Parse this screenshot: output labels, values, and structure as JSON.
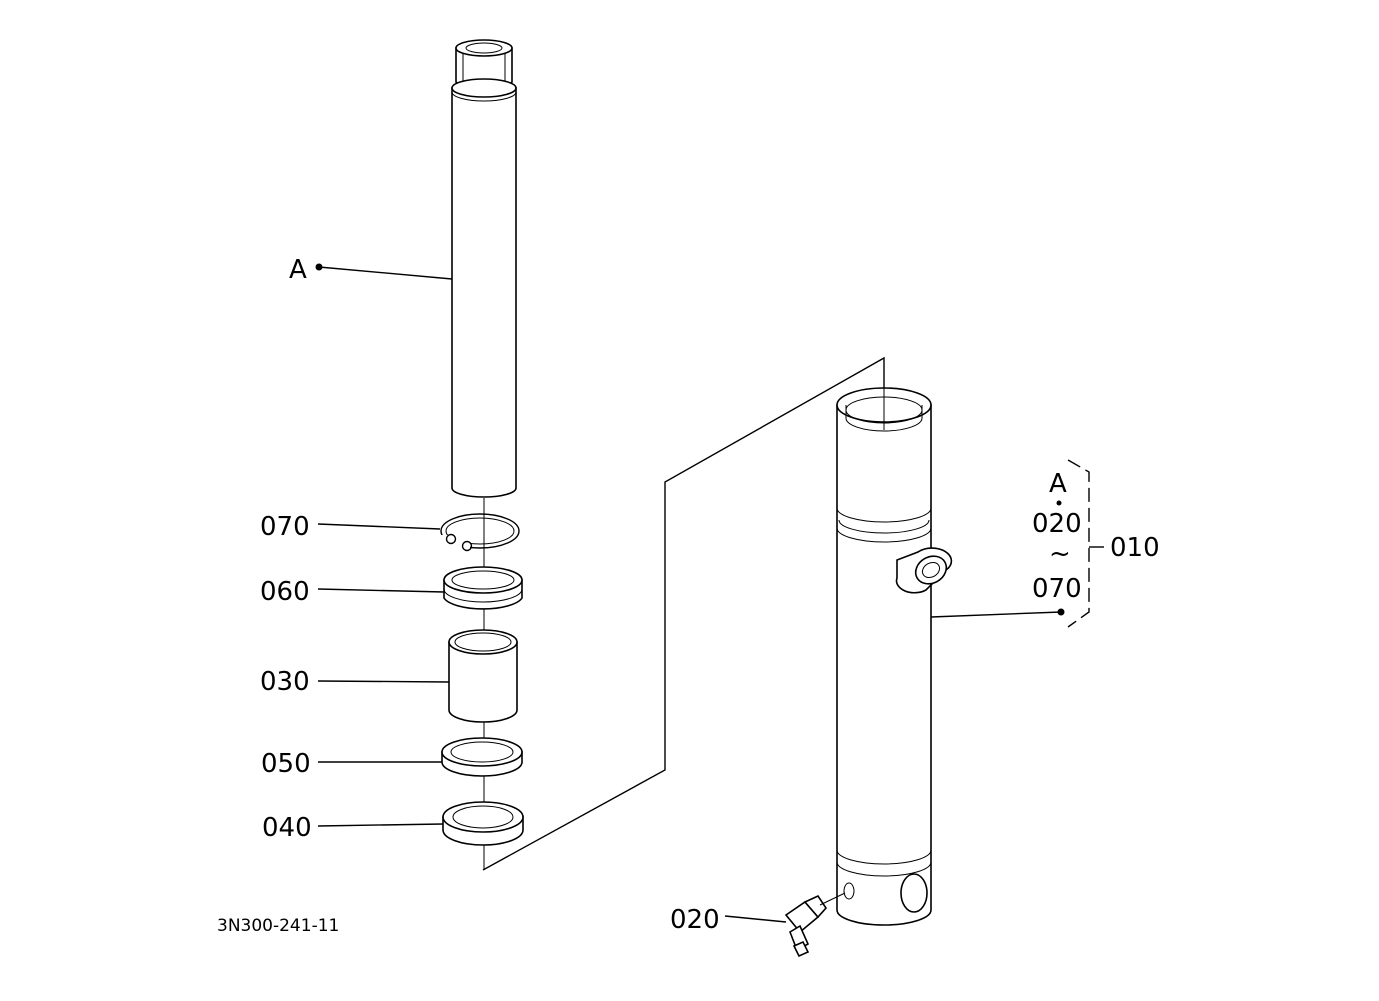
{
  "drawing_id": "3N300-241-11",
  "labels": {
    "a_left": "A",
    "p070": "070",
    "p060": "060",
    "p030": "030",
    "p050": "050",
    "p040": "040",
    "p020": "020",
    "group_a": "A",
    "group_from": "020",
    "group_tilde": "~",
    "group_to": "070",
    "group_assembly": "010"
  }
}
